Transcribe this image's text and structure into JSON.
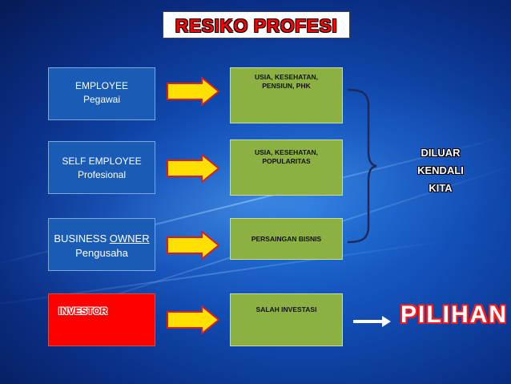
{
  "title": "RESIKO PROFESI",
  "roles": [
    {
      "line1": "EMPLOYEE",
      "line2": "Pegawai"
    },
    {
      "line1": "SELF EMPLOYEE",
      "line2": "Profesional"
    },
    {
      "line1_a": "BUSINESS",
      "line1_b": "OWNER",
      "line2": "Pengusaha"
    },
    {
      "line1": "INVESTOR"
    }
  ],
  "risks": [
    {
      "line1": "USIA, KESEHATAN,",
      "line2": "PENSIUN, PHK"
    },
    {
      "line1": "USIA, KESEHATAN,",
      "line2": "POPULARITAS"
    },
    {
      "line1": "PERSAINGAN BISNIS"
    },
    {
      "line1": "SALAH INVESTASI"
    }
  ],
  "outside_control": {
    "line1": "DILUAR",
    "line2": "KENDALI KITA"
  },
  "choice": "PILIHAN",
  "colors": {
    "role_box": "#1a5bb6",
    "investor_box": "#ff0000",
    "risk_box": "#8db043",
    "arrow_fill": "#ffe000",
    "arrow_outline": "#d71f1f",
    "title_text": "#ff0000",
    "choice_outline": "#ff1a1a"
  },
  "icons": [
    "right-block-arrow-icon",
    "curly-brace-icon",
    "right-arrow-icon"
  ]
}
